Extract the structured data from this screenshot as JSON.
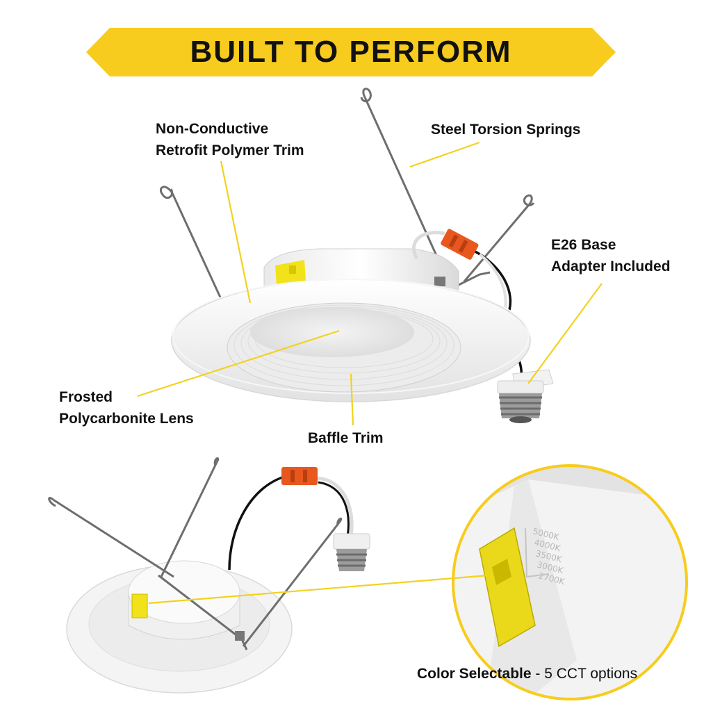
{
  "banner": {
    "title": "BUILT TO PERFORM"
  },
  "labels": {
    "trim": {
      "line1": "Non-Conductive",
      "line2": "Retrofit Polymer Trim"
    },
    "springs": {
      "line1": "Steel Torsion Springs"
    },
    "base": {
      "line1": "E26 Base",
      "line2": "Adapter Included"
    },
    "lens": {
      "line1": "Frosted",
      "line2": "Polycarbonite Lens"
    },
    "baffle": {
      "line1": "Baffle Trim"
    }
  },
  "caption": {
    "bold": "Color Selectable",
    "rest": " - 5 CCT options"
  },
  "cct_options": [
    "5000K",
    "4000K",
    "3500K",
    "3000K",
    "2700K"
  ],
  "colors": {
    "accent_yellow": "#F7CC1E",
    "connector_orange": "#E8581E",
    "white": "#ffffff",
    "text": "#111111"
  }
}
